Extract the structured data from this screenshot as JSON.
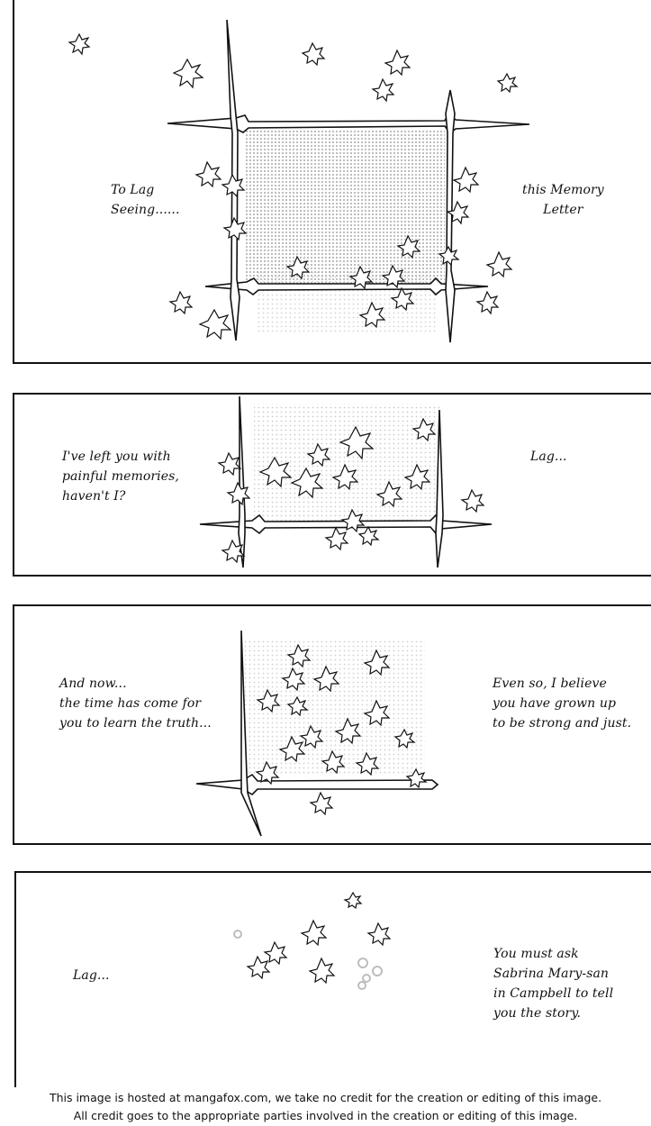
{
  "panels": {
    "panel_1": {
      "left_caption": [
        "To Lag",
        "Seeing......"
      ],
      "right_caption": [
        "this Memory",
        "Letter"
      ]
    },
    "panel_2": {
      "left_caption": [
        "I've left you with",
        "painful memories,",
        "haven't I?"
      ],
      "right_caption": [
        "Lag..."
      ]
    },
    "panel_3": {
      "left_caption": [
        "And now...",
        "the time has come for",
        "you to learn the truth..."
      ],
      "right_caption": [
        "Even so, I believe",
        "you have grown up",
        "to be strong and just."
      ]
    },
    "panel_4": {
      "left_caption": [
        "Lag..."
      ],
      "right_caption": [
        "You must ask",
        "Sabrina Mary-san",
        "in Campbell to tell",
        "you the story."
      ]
    }
  },
  "footer": {
    "lines": [
      "This image is hosted at mangafox.com, we take no credit for the creation or editing of this image.",
      "All credit goes to the appropriate parties involved in the creation or editing of this image."
    ]
  },
  "colors": {
    "ink": "#111111",
    "paper": "#ffffff",
    "tone": "#bdbdbd"
  }
}
